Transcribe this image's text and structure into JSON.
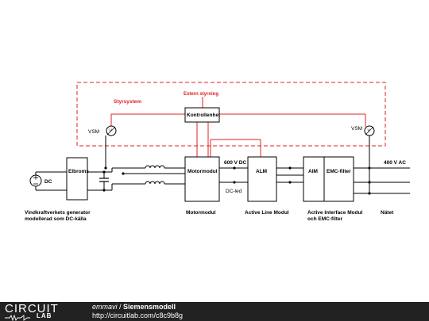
{
  "diagram": {
    "labels": {
      "dc_source": "DC",
      "elbroms": "Elbroms",
      "motormodul_box": "Motormodul",
      "alm_box": "ALM",
      "aim_box": "AIM",
      "emc_box": "EMC-filter",
      "kontrollenhet": "Kontrollenhet",
      "extern_styrning": "Extern styrning",
      "styrsystem": "Styrsystem",
      "vsm_left": "VSM",
      "vsm_right": "VSM",
      "voltmeter_symbol": "V",
      "v600": "600 V DC",
      "v400": "400 V AC",
      "dc_led": "DC-led"
    },
    "captions": {
      "generator_line1": "Vindkraftverkets generator",
      "generator_line2": "modellerad som DC-källa",
      "motormodul": "Motormodul",
      "active_line": "Active Line Modul",
      "aim_line1": "Active Interface Modul",
      "aim_line2": "och EMC-filter",
      "natet": "Nätet"
    },
    "colors": {
      "control_lines": "#e02020",
      "power_lines": "#000000"
    }
  },
  "footer": {
    "logo_top": "CIRCUIT",
    "logo_bottom": "LAB",
    "author": "emmavi",
    "separator": " / ",
    "title": "Siemensmodell",
    "url": "http://circuitlab.com/c8c9b8g"
  }
}
